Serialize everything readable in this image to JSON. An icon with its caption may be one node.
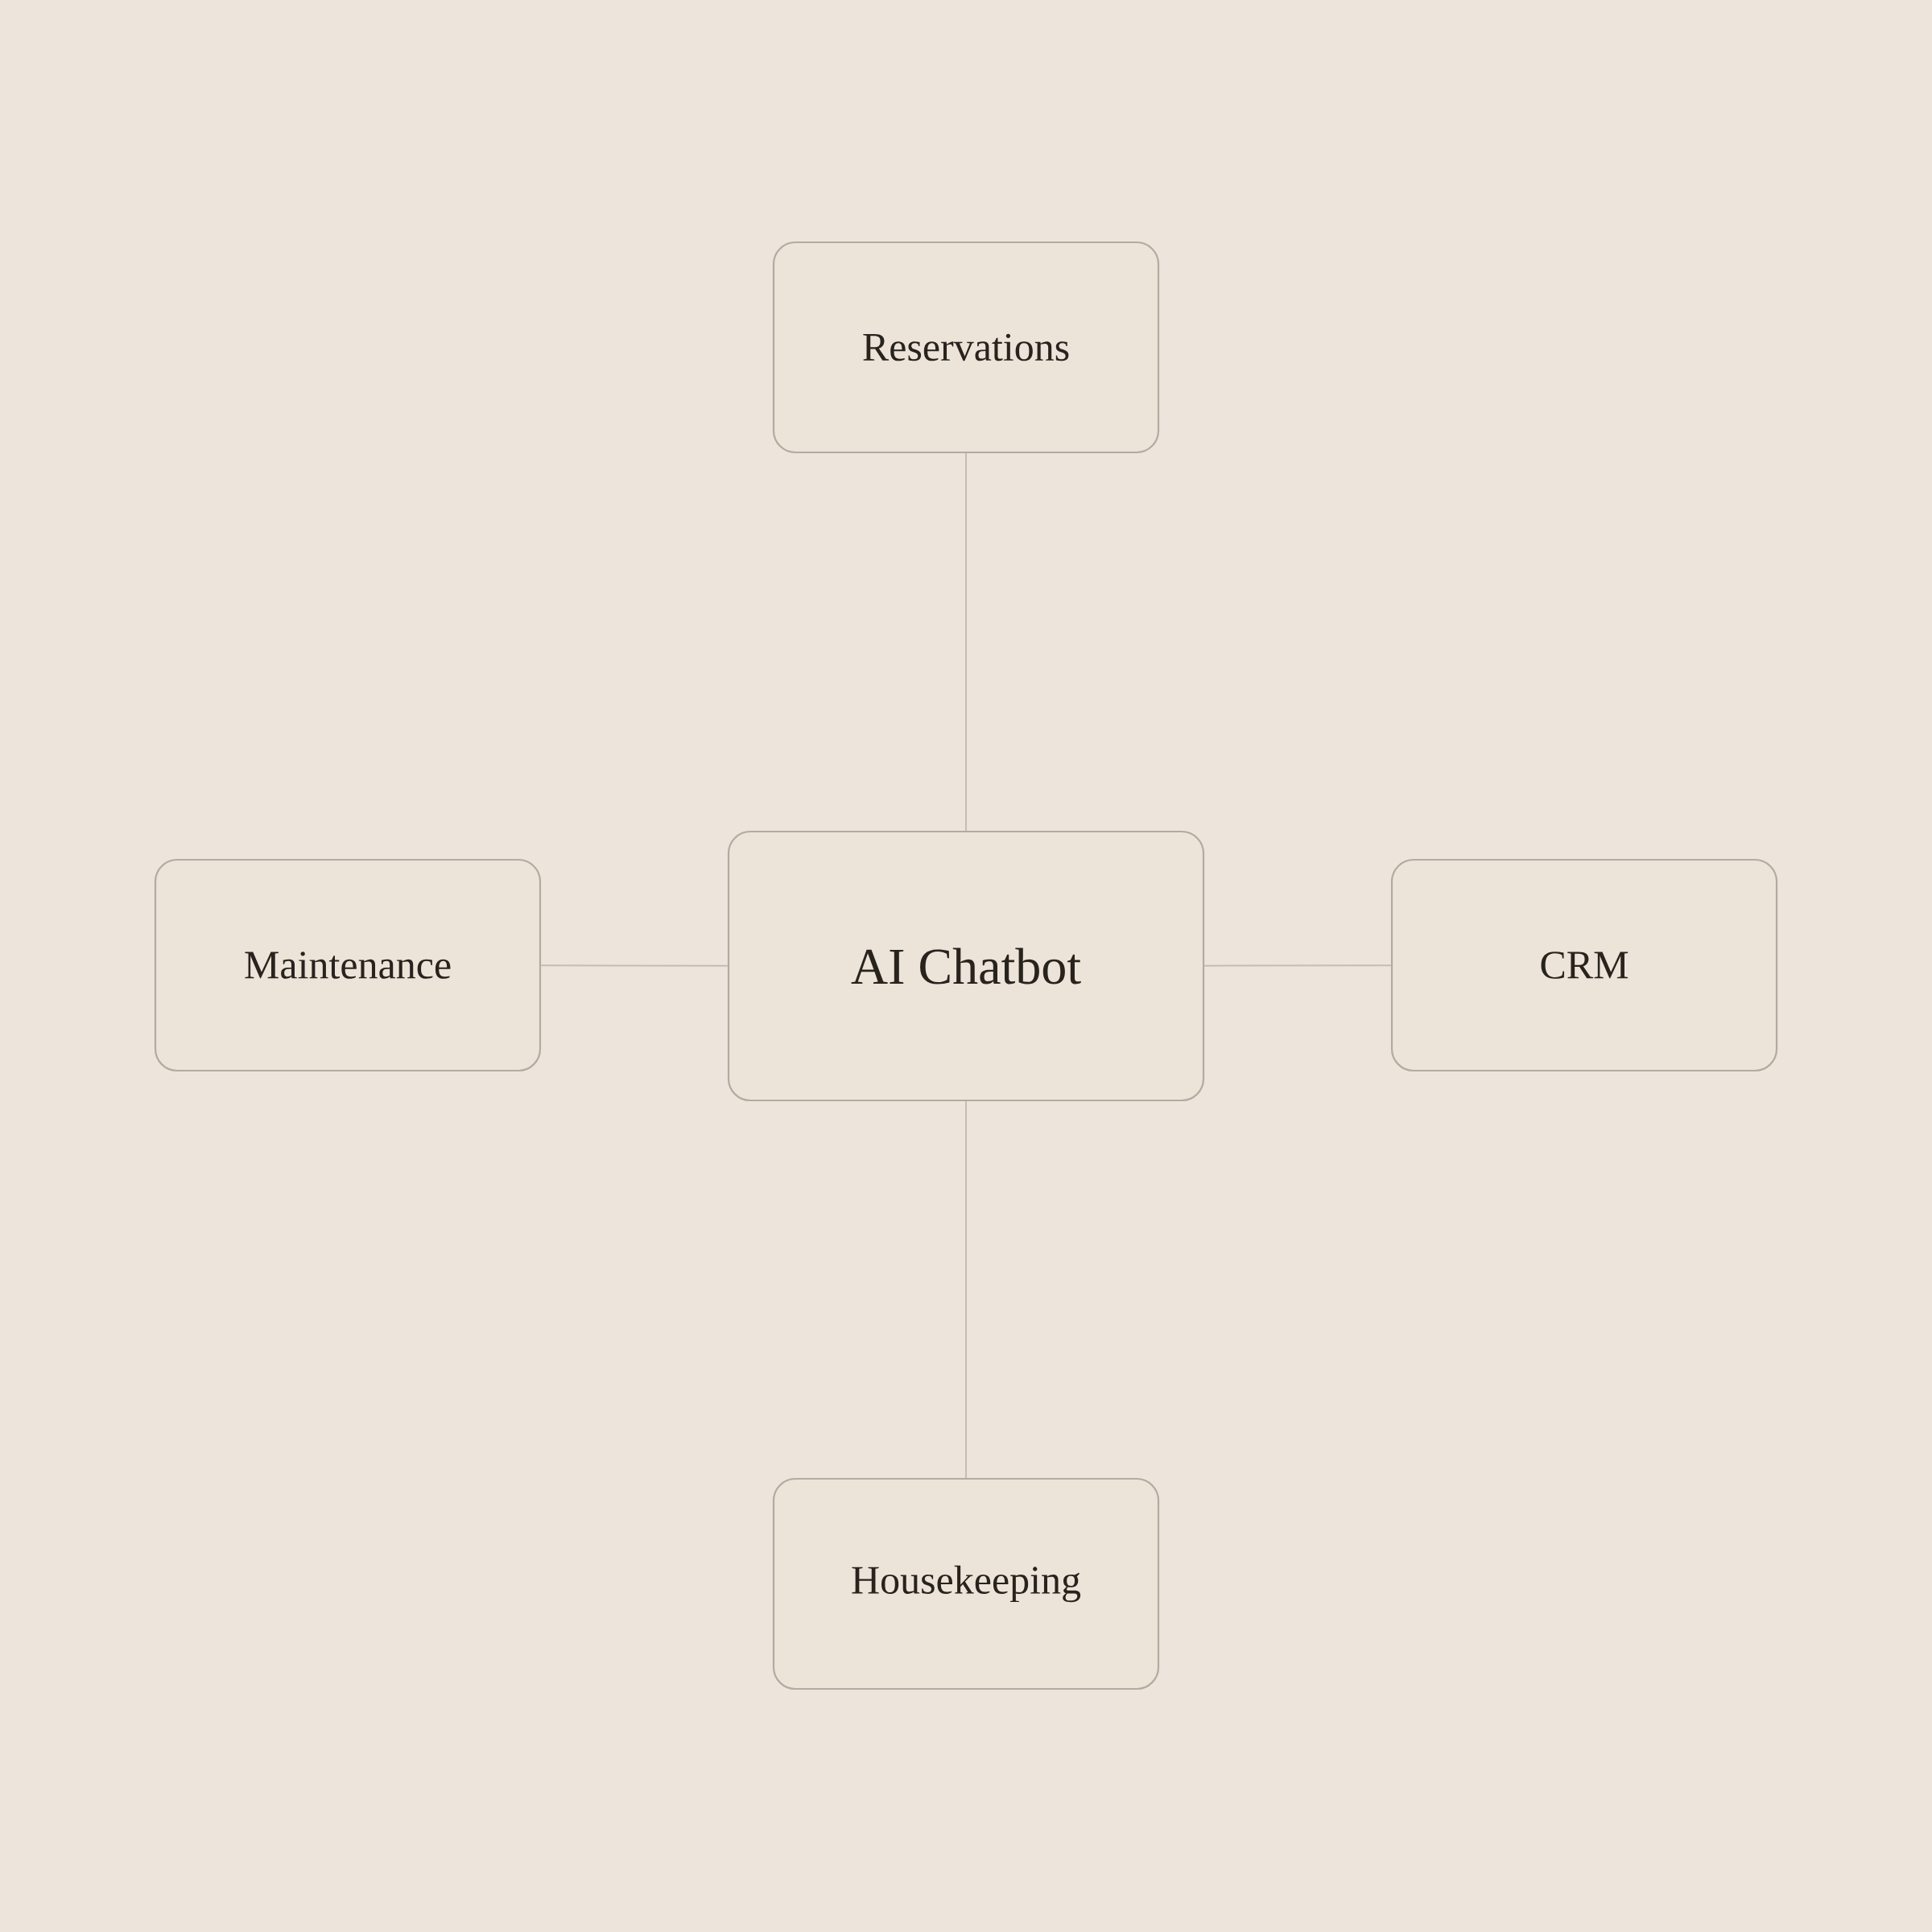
{
  "diagram": {
    "nodes": [
      {
        "text": [
          "Reservations"
        ]
      },
      {
        "text": [
          "Maintenance"
        ]
      },
      {
        "text": [
          "AI Chatbot"
        ]
      },
      {
        "text": [
          "CRM"
        ]
      },
      {
        "text": [
          "Housekeeping"
        ]
      }
    ],
    "edges": [
      {
        "from": 2,
        "to": 0,
        "arrow": "none"
      },
      {
        "from": 2,
        "to": 1,
        "arrow": "none"
      },
      {
        "from": 2,
        "to": 3,
        "arrow": "none"
      },
      {
        "from": 2,
        "to": 4,
        "arrow": "none"
      }
    ]
  }
}
